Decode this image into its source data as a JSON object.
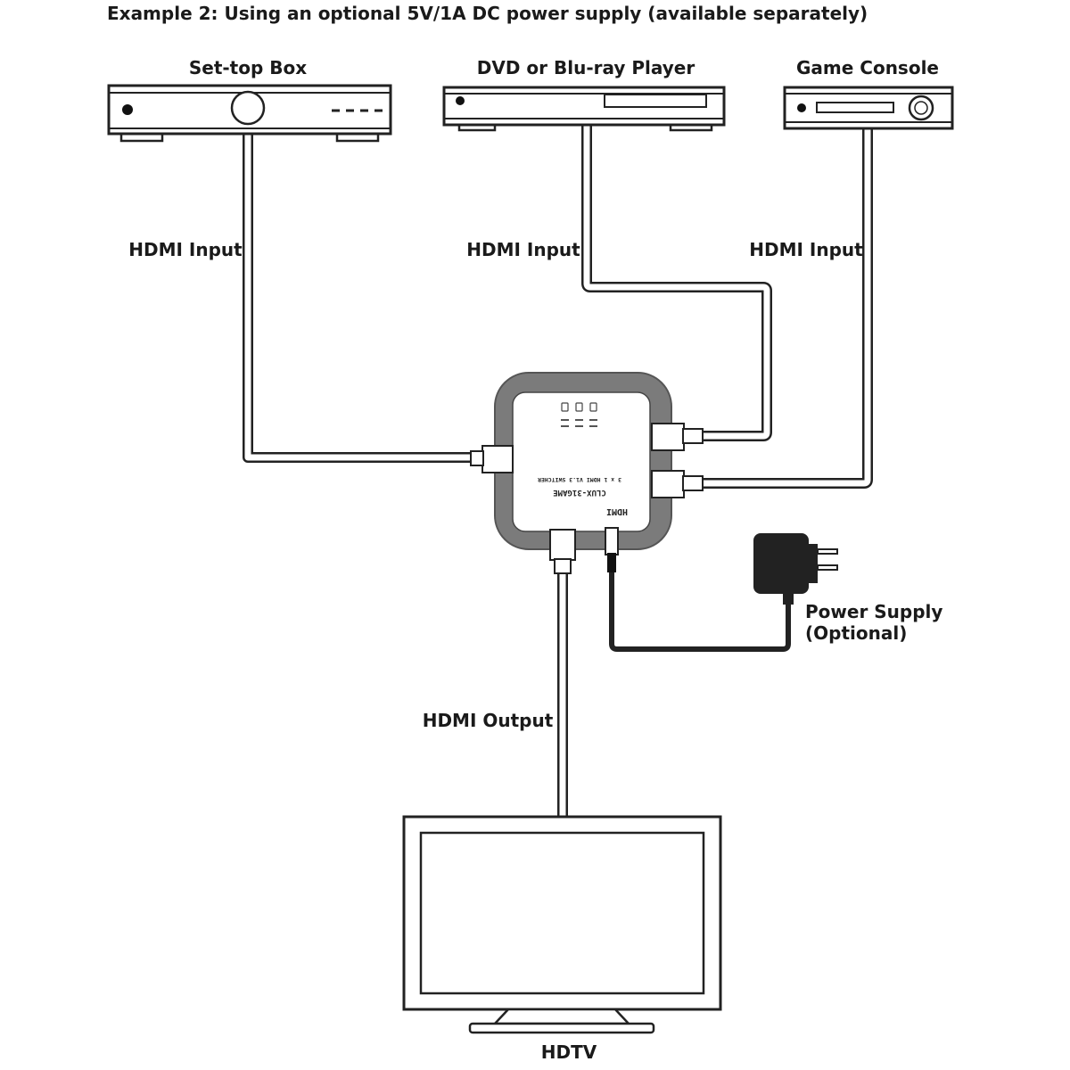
{
  "title": "Example 2: Using an optional 5V/1A DC power supply (available separately)",
  "devices": {
    "set_top_box": "Set-top Box",
    "dvd_player": "DVD or Blu-ray Player",
    "game_console": "Game Console",
    "hdtv": "HDTV"
  },
  "connections": {
    "input_1": "HDMI Input",
    "input_2": "HDMI Input",
    "input_3": "HDMI Input",
    "output": "HDMI Output"
  },
  "power_supply": {
    "line1": "Power Supply",
    "line2": "(Optional)"
  },
  "switcher": {
    "model": "CLUX-31GAME",
    "description": "3 x 1 HDMI V1.3 SWITCHER",
    "brand": "HDMI"
  }
}
